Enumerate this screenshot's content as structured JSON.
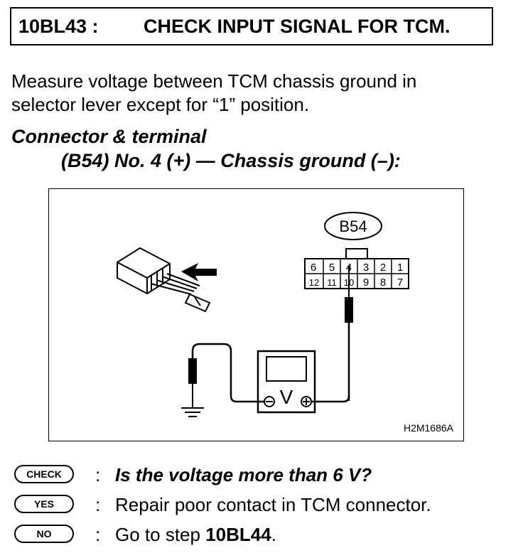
{
  "title": {
    "code": "10BL43 :",
    "text": "CHECK INPUT SIGNAL FOR TCM."
  },
  "intro": {
    "line1": "Measure voltage between TCM chassis ground in",
    "line2": "selector lever except for “1” position."
  },
  "connector_terminal": {
    "heading": "Connector & terminal",
    "spec": "(B54) No. 4 (+) — Chassis ground (–):"
  },
  "figure": {
    "connector_label": "B54",
    "terminals_top": [
      "6",
      "5",
      "4",
      "3",
      "2",
      "1"
    ],
    "terminals_bottom": [
      "12",
      "11",
      "10",
      "9",
      "8",
      "7"
    ],
    "meter_symbol": "V",
    "figure_id": "H2M1686A"
  },
  "check": {
    "badge": "CHECK",
    "colon": ":",
    "question": "Is the voltage more than 6 V?"
  },
  "yes": {
    "badge": "YES",
    "colon": ":",
    "answer": "Repair poor contact in TCM connector."
  },
  "no": {
    "badge": "NO",
    "colon": ":",
    "answer_prefix": "Go to step ",
    "answer_step": "10BL44",
    "answer_suffix": "."
  }
}
